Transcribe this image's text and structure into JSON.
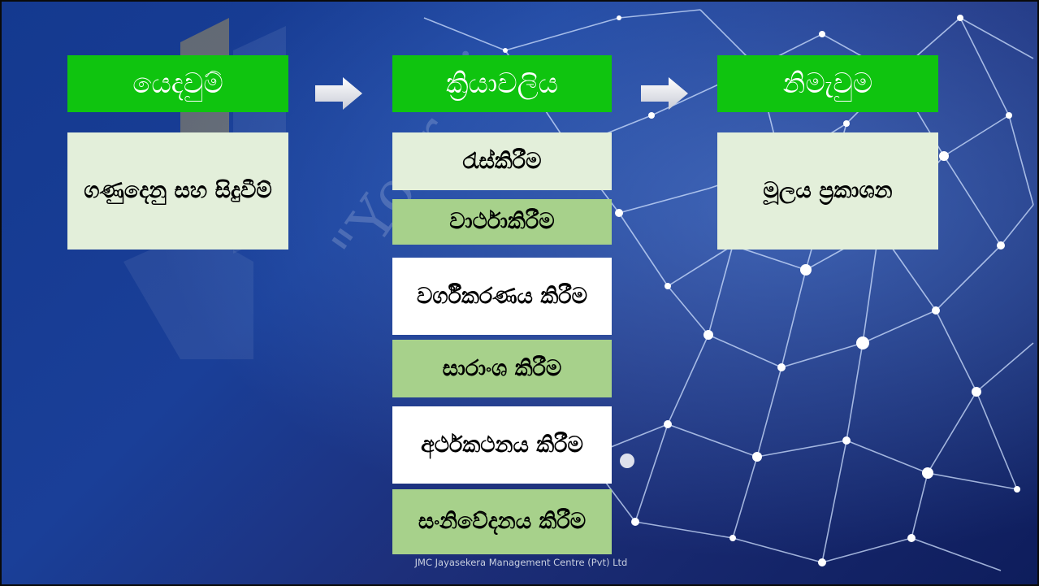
{
  "columns": [
    {
      "header": "යෙදවුම්",
      "items": [
        "ගණුදෙනු සහ සිදුවීම්"
      ]
    },
    {
      "header": "ක්‍රියාවලිය",
      "items": [
        "රැස්කිරීම",
        "වාර්ථාකිරීම",
        "වර්ගීකරණය කිරීම",
        "සාරාංශ කිරීම",
        "අර්ථකථනය කිරීම",
        "සංනිවේදනය කිරීම"
      ]
    },
    {
      "header": "නිමැවුම",
      "items": [
        "මූලය ප්‍රකාශන"
      ]
    }
  ],
  "watermark": "\"Your Vi",
  "footer": "JMC Jayasekera Management Centre (Pvt) Ltd",
  "colors": {
    "header_green": "#0fc40f",
    "light_box": "#e3efda",
    "green_box": "#a7d18b",
    "white_box": "#ffffff",
    "background": "#1a3f98"
  }
}
